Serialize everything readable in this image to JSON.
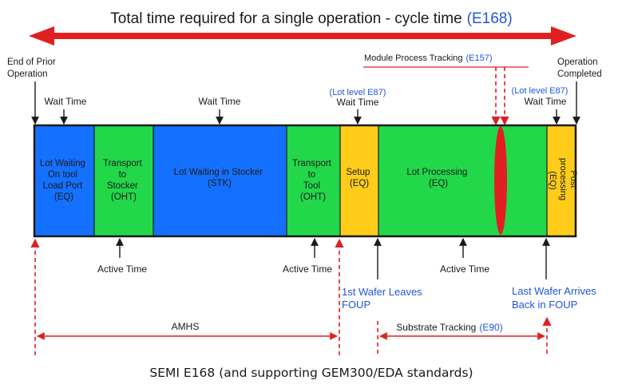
{
  "title": {
    "main": "Total time required for a single operation - cycle time",
    "ref": "(E168)"
  },
  "labels": {
    "end_prior_1": "End of Prior",
    "end_prior_2": "Operation",
    "op_completed_1": "Operation",
    "op_completed_2": "Completed",
    "wait_1": "Wait Time",
    "wait_2": "Wait Time",
    "wait_3": "Wait Time",
    "wait_4": "Wait Time",
    "lot_level_1": "(Lot level E87)",
    "lot_level_2": "(Lot level E87)",
    "module_tracking": "Module Process Tracking",
    "module_tracking_ref": "(E157)",
    "active_1": "Active Time",
    "active_2": "Active Time",
    "active_3": "Active Time",
    "first_wafer_1": "1st Wafer Leaves",
    "first_wafer_2": "FOUP",
    "last_wafer_1": "Last Wafer Arrives",
    "last_wafer_2": "Back in FOUP",
    "amhs": "AMHS",
    "substrate_tracking": "Substrate Tracking",
    "substrate_tracking_ref": "(E90)",
    "footer": "SEMI E168 (and supporting GEM300/EDA standards)"
  },
  "segments": {
    "lot_waiting_tool": [
      "Lot Waiting",
      "On tool",
      "Load Port",
      "(EQ)"
    ],
    "transport_stocker": [
      "Transport",
      "to",
      "Stocker",
      "(OHT)"
    ],
    "lot_waiting_stocker": [
      "Lot Waiting in Stocker",
      "(STK)"
    ],
    "transport_tool": [
      "Transport",
      "to",
      "Tool",
      "(OHT)"
    ],
    "setup": [
      "Setup",
      "(EQ)"
    ],
    "lot_processing": [
      "Lot Processing",
      "(EQ)"
    ],
    "post_processing": [
      "Post",
      "processing",
      "(EQ)"
    ]
  },
  "colors": {
    "blue": "#1470ff",
    "green": "#22d84a",
    "yellow": "#ffcc1a",
    "red": "#e02020",
    "ref_blue": "#2255dd",
    "dark": "#1a1a1a"
  }
}
